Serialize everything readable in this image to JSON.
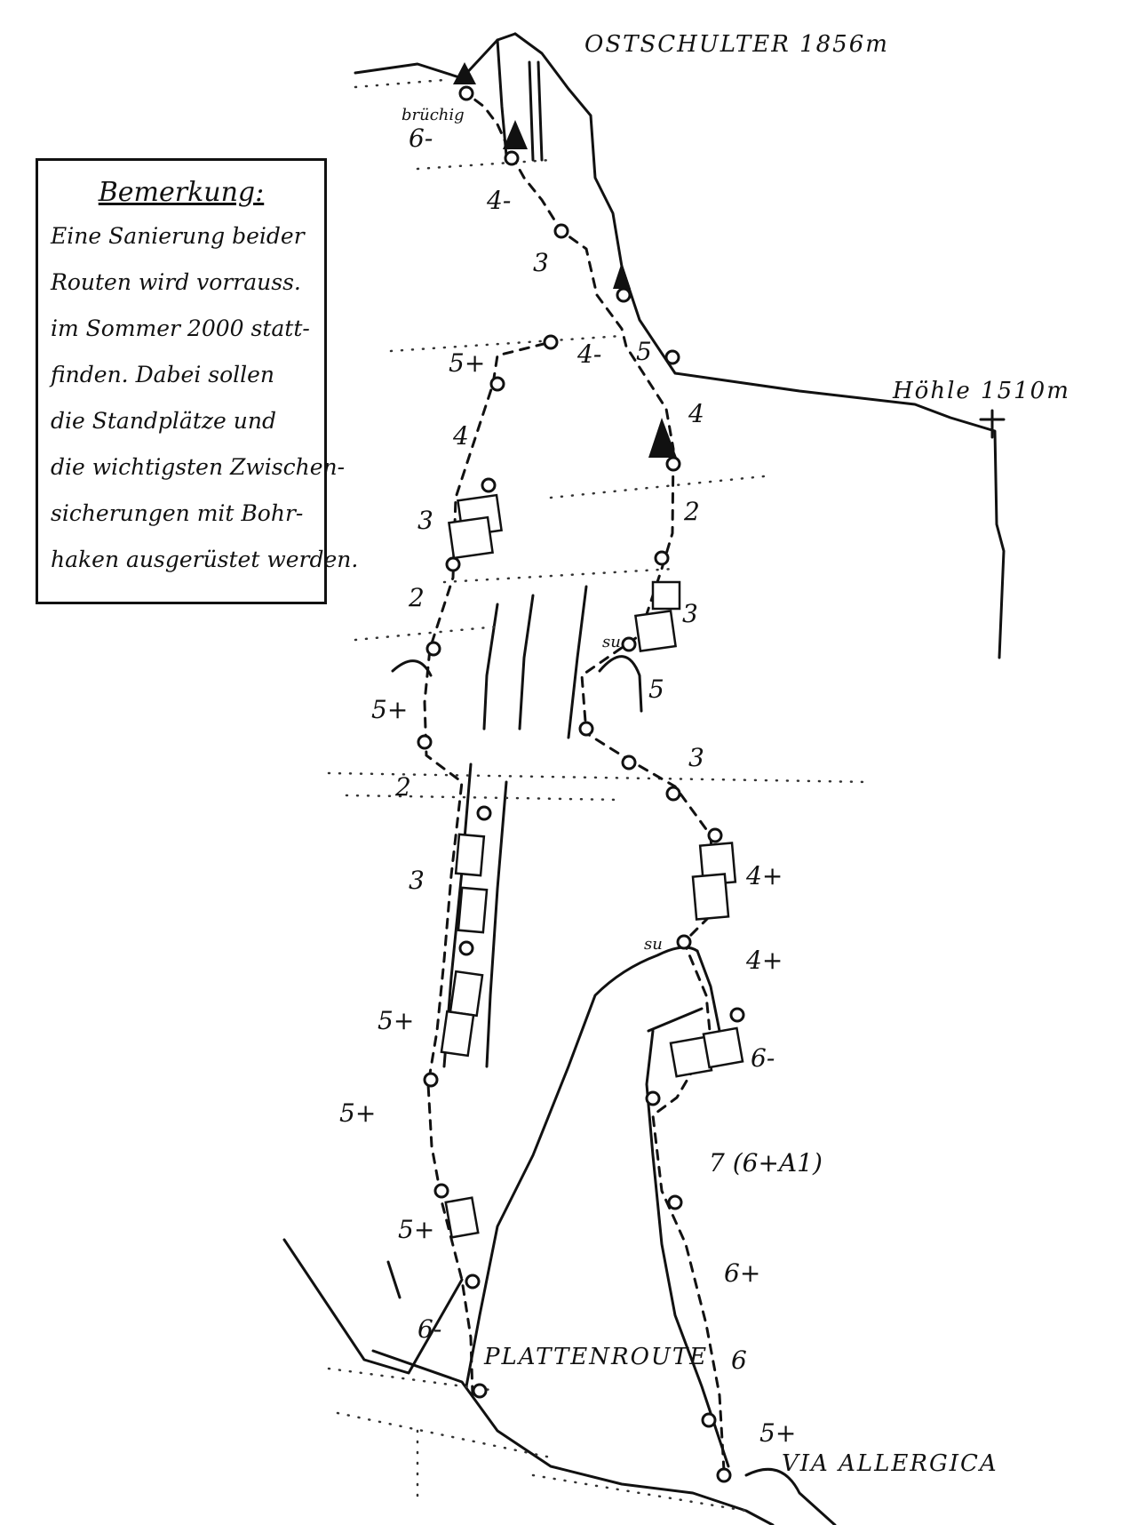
{
  "note": {
    "title": "Bemerkung:",
    "lines": [
      "Eine Sanierung beider",
      "Routen wird vorrauss.",
      "im Sommer 2000 statt-",
      "finden. Dabei sollen",
      "die Standplätze und",
      "die wichtigsten Zwischen-",
      "sicherungen mit Bohr-",
      "haken ausgerüstet werden."
    ]
  },
  "peaks": {
    "ostschulter": "OSTSCHULTER 1856m",
    "hoehle": "Höhle 1510m"
  },
  "routes": {
    "plattenroute": "PLATTENROUTE",
    "via_allergica": "VIA ALLERGICA"
  },
  "markers": {
    "bruechig": "brüchig",
    "su": "su"
  },
  "grades": {
    "g01": "6-",
    "g02": "4-",
    "g03": "3",
    "g04": "4-",
    "g05": "5",
    "g06": "5+",
    "g07": "4",
    "g08": "4",
    "g09": "3",
    "g10": "2",
    "g11": "3",
    "g12": "2",
    "g13": "5+",
    "g14": "5",
    "g15": "3",
    "g16": "2",
    "g17": "3",
    "g18": "4+",
    "g19": "4+",
    "g20": "5+",
    "g21": "6-",
    "g22": "5+",
    "g23": "7 (6+A1)",
    "g24": "5+",
    "g25": "6+",
    "g26": "6-",
    "g27": "6",
    "g28": "5+"
  }
}
